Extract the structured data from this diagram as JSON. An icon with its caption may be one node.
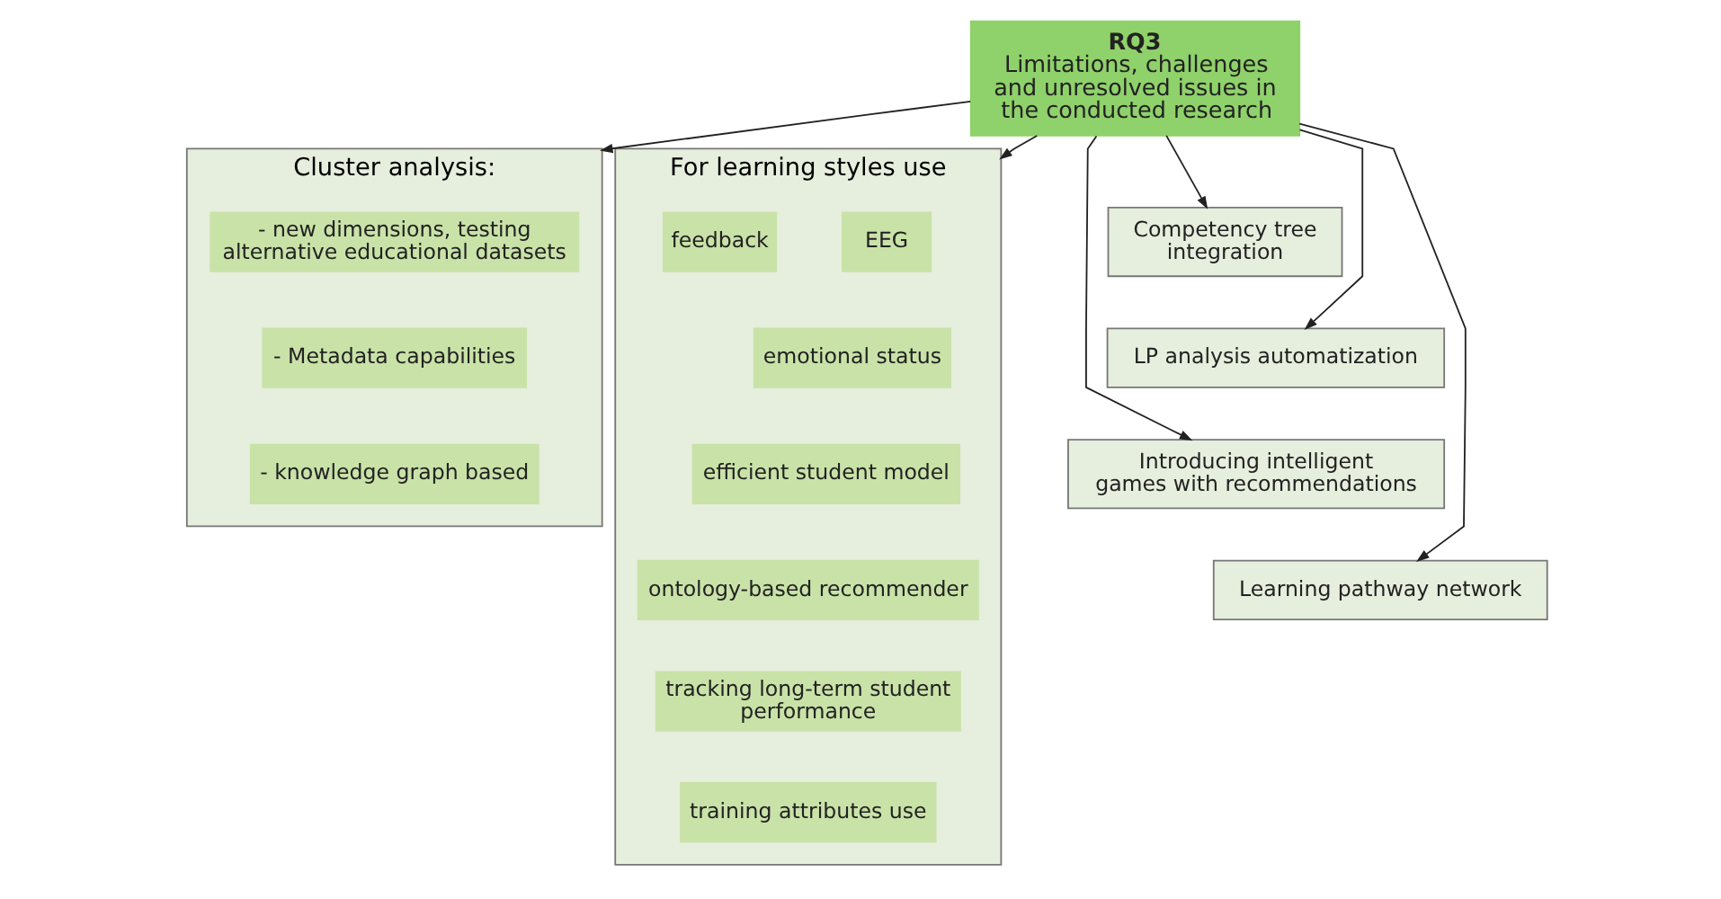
{
  "diagram": {
    "nodes": [
      {
        "text": [
          "RQ3",
          "Limitations, challenges and unresolved issues in the conducted research"
        ]
      },
      {
        "text": [
          "Cluster analysis:"
        ]
      },
      {
        "text": [
          "- new dimensions, testing alternative educational datasets"
        ],
        "in": 1
      },
      {
        "text": [
          "- Metadata capabilities"
        ],
        "in": 1
      },
      {
        "text": [
          "- knowledge graph based"
        ],
        "in": 1
      },
      {
        "text": [
          "Competency tree integration"
        ]
      },
      {
        "text": [
          "LP analysis automatization"
        ]
      },
      {
        "text": [
          "Introducing intelligent games with recommendations"
        ]
      },
      {
        "text": [
          "Learning pathway network"
        ]
      },
      {
        "text": [
          "For learning styles use"
        ]
      },
      {
        "text": [
          "EEG"
        ],
        "in": 9
      },
      {
        "text": [
          "feedback"
        ],
        "in": 9
      },
      {
        "text": [
          "emotional status"
        ],
        "in": 9
      },
      {
        "text": [
          "efficient student model"
        ],
        "in": 9
      },
      {
        "text": [
          "ontology-based recommender"
        ],
        "in": 9
      },
      {
        "text": [
          "tracking long-term student performance"
        ],
        "in": 9
      },
      {
        "text": [
          "training attributes use"
        ],
        "in": 9
      }
    ],
    "edges": [
      {
        "from": 0,
        "to": 1,
        "arrow": "to"
      },
      {
        "from": 0,
        "to": 5,
        "arrow": "to"
      },
      {
        "from": 0,
        "to": 7,
        "arrow": "to"
      },
      {
        "from": 0,
        "to": 6,
        "arrow": "to"
      },
      {
        "from": 0,
        "to": 8,
        "arrow": "to"
      },
      {
        "from": 0,
        "to": 9,
        "arrow": "to"
      }
    ]
  }
}
